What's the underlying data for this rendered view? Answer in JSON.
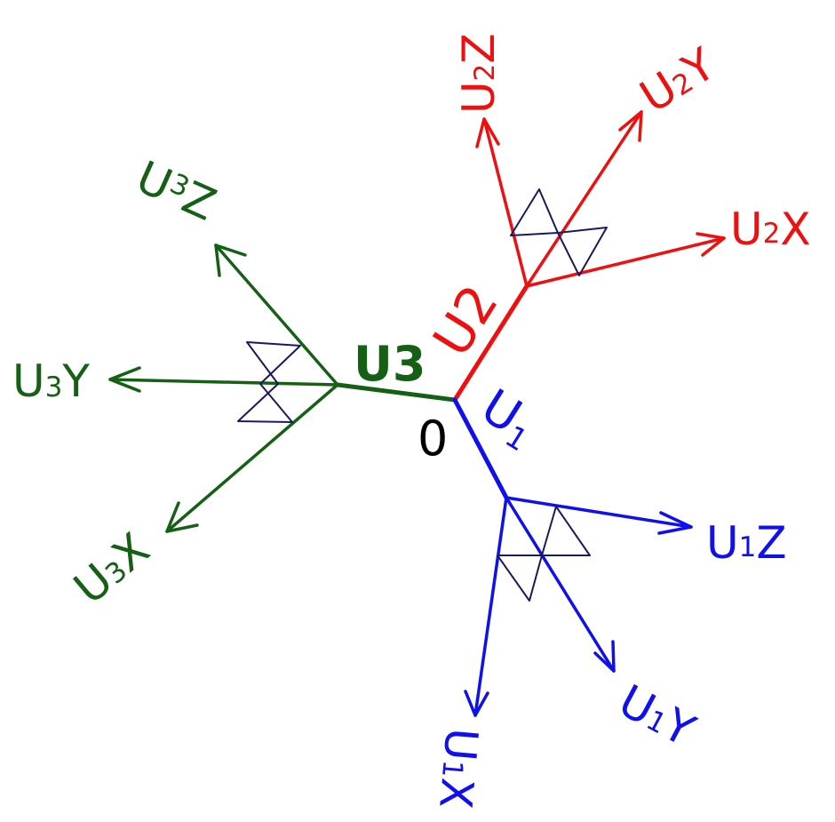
{
  "diagram": {
    "origin_label": "0",
    "colors": {
      "u1": "#1010ee",
      "u2": "#ee1010",
      "u3": "#156015",
      "sensor": "#1a1a5e",
      "origin": "#000000"
    },
    "arms": {
      "u1": {
        "label": {
          "base": "U",
          "sub": "1",
          "tail": ""
        },
        "axes": {
          "x": {
            "base": "U",
            "sub": "1",
            "tail": "X"
          },
          "y": {
            "base": "U",
            "sub": "1",
            "tail": "Y"
          },
          "z": {
            "base": "U",
            "sub": "1",
            "tail": "Z"
          }
        }
      },
      "u2": {
        "label": {
          "base": "U2",
          "sub": "",
          "tail": ""
        },
        "axes": {
          "x": {
            "base": "U",
            "sub": "2",
            "tail": "X"
          },
          "y": {
            "base": "U",
            "sub": "2",
            "tail": "Y"
          },
          "z": {
            "base": "U",
            "sub": "2",
            "tail": "Z"
          }
        }
      },
      "u3": {
        "label": {
          "base": "U3",
          "sub": "",
          "tail": ""
        },
        "axes": {
          "x": {
            "base": "U",
            "sub": "3",
            "tail": "X"
          },
          "y": {
            "base": "U",
            "sub": "3",
            "tail": "Y"
          },
          "z": {
            "base": "U",
            "sub": "3",
            "tail": "Z"
          }
        }
      }
    }
  }
}
